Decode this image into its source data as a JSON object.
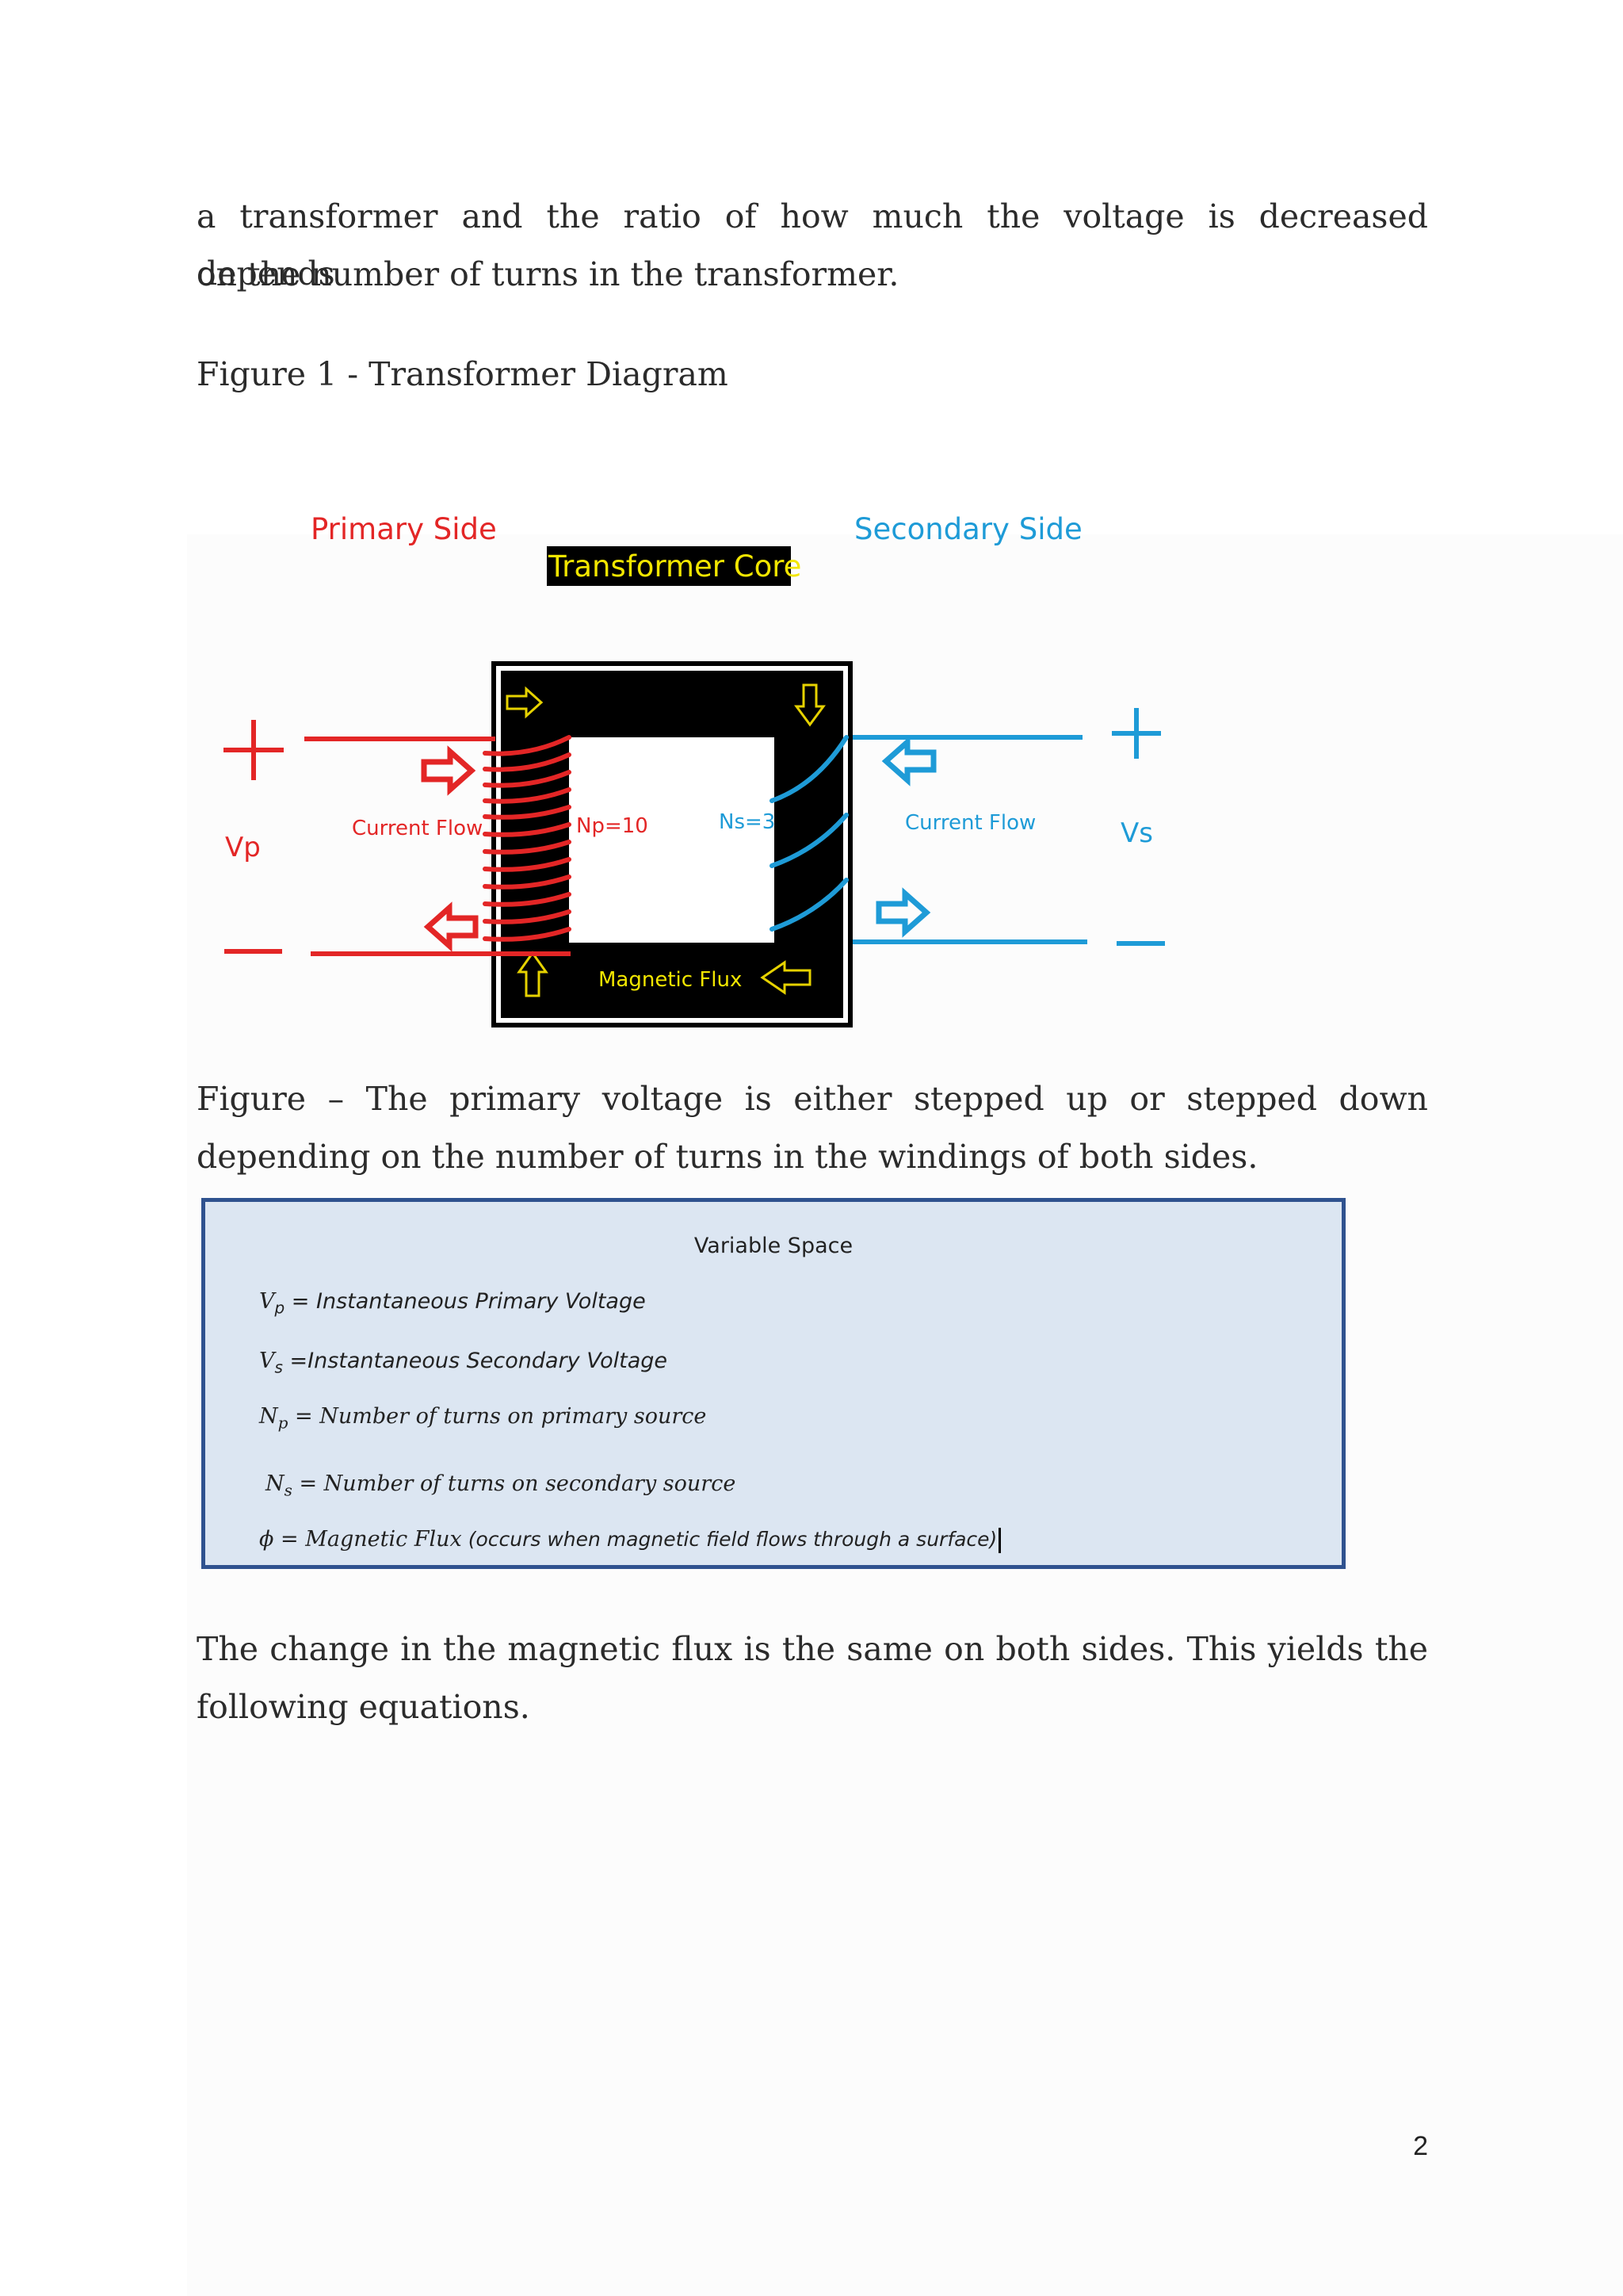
{
  "intro": {
    "line1": "a transformer and the ratio of how much the voltage is decreased depends",
    "line2": "on the number of turns in the transformer."
  },
  "figure1_caption": "Figure 1 - Transformer Diagram",
  "diagram": {
    "primary_side": "Primary Side",
    "secondary_side": "Secondary Side",
    "core_label": "Transformer Core",
    "plus": "+",
    "minus": "—",
    "vp": "Vp",
    "vs": "Vs",
    "current_flow_primary": "Current Flow",
    "current_flow_secondary": "Current Flow",
    "np": "Np=10",
    "ns": "Ns=3",
    "magnetic_flux": "Magnetic Flux",
    "colors": {
      "primary": "#e32626",
      "secondary": "#1e9bd7",
      "core": "#000000",
      "core_text": "#f2e600"
    }
  },
  "figure_caption": {
    "line1_words": [
      "Figure",
      "–",
      "The",
      "primary",
      "voltage",
      "is",
      "either",
      "stepped",
      "up",
      "or",
      "stepped",
      "down"
    ],
    "line2": "depending on the number of turns in the windings of both sides."
  },
  "variable_space": {
    "title": "Variable Space",
    "vp": {
      "sym": "V",
      "sub": "p",
      "text": " = Instantaneous Primary Voltage"
    },
    "vs": {
      "sym": "V",
      "sub": "s",
      "text": " =Instantaneous Secondary Voltage"
    },
    "np": {
      "sym": "N",
      "sub": "p",
      "text": " = Number of turns on primary source"
    },
    "ns": {
      "sym": "N",
      "sub": "s",
      "text": " = Number of turns on secondary source"
    },
    "phi": {
      "sym": "ϕ",
      "text": " = Magnetic Flux",
      "note": " (occurs when magnetic field flows through a surface)"
    }
  },
  "outro": {
    "line1": "The change in the magnetic flux is the same on both sides. This yields the",
    "line2": "following equations."
  },
  "page_number": "2"
}
